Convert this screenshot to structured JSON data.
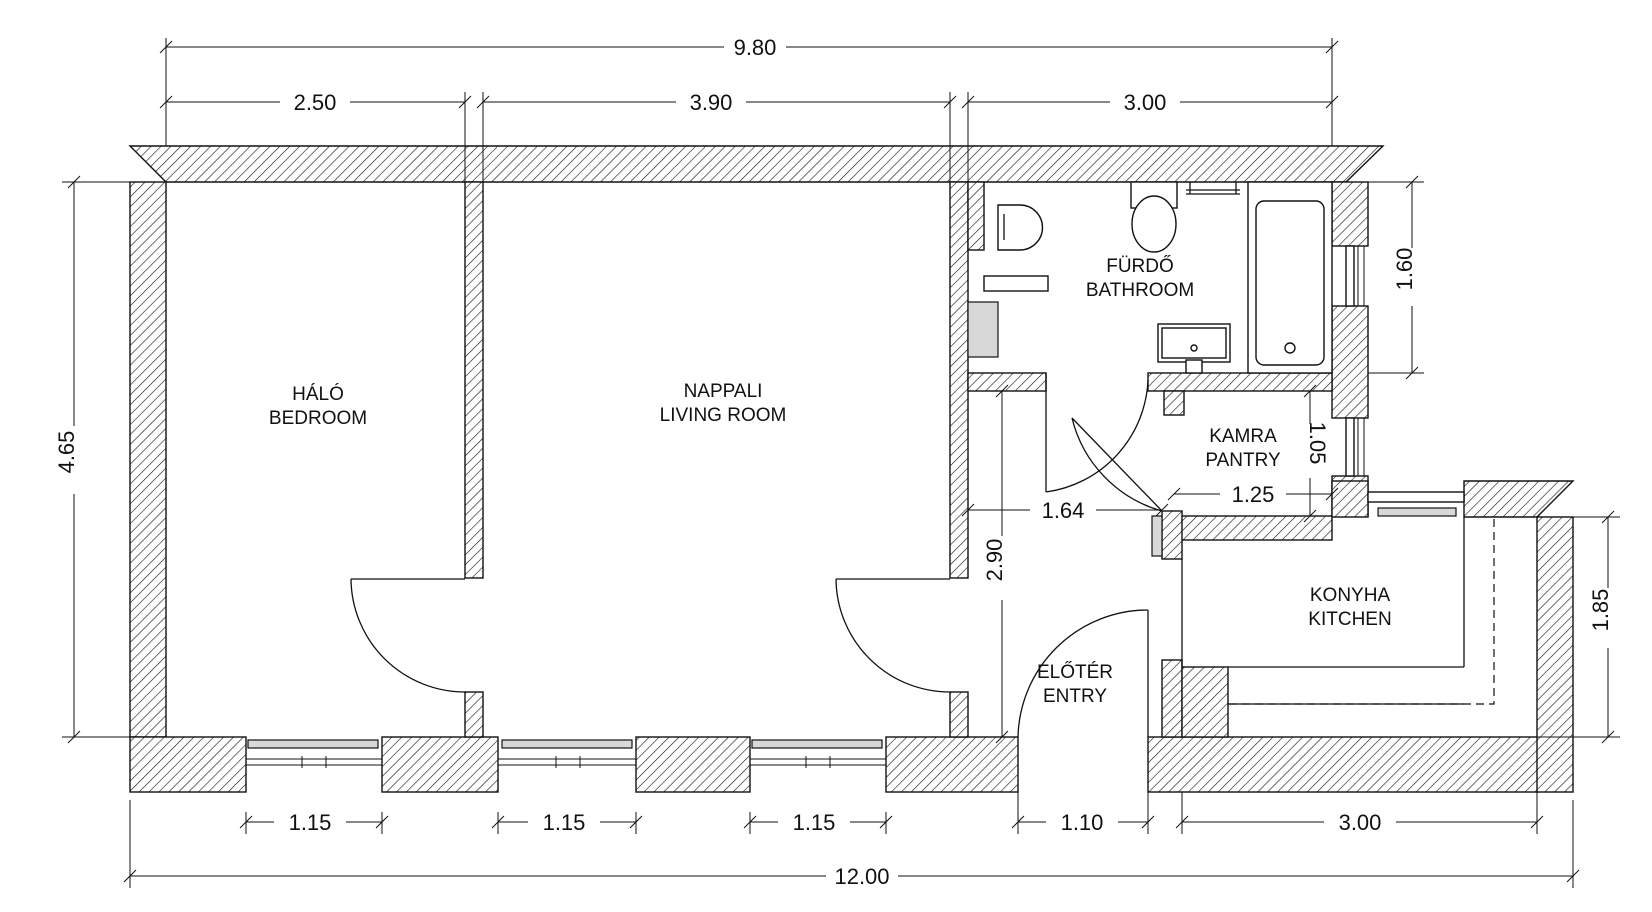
{
  "rooms": {
    "bedroom": {
      "hu": "HÁLÓ",
      "en": "BEDROOM"
    },
    "living": {
      "hu": "NAPPALI",
      "en": "LIVING ROOM"
    },
    "bathroom": {
      "hu": "FÜRDŐ",
      "en": "BATHROOM"
    },
    "pantry": {
      "hu": "KAMRA",
      "en": "PANTRY"
    },
    "kitchen": {
      "hu": "KONYHA",
      "en": "KITCHEN"
    },
    "entry": {
      "hu": "ELŐTÉR",
      "en": "ENTRY"
    }
  },
  "dimensions": {
    "top_overall": "9.80",
    "top_bedroom": "2.50",
    "top_living": "3.90",
    "top_bath": "3.00",
    "left_height": "4.65",
    "right_bath": "1.60",
    "pantry_height": "1.05",
    "pantry_width": "1.25",
    "hall_width": "1.64",
    "hall_height": "2.90",
    "right_kitchen": "1.85",
    "window_1": "1.15",
    "window_2": "1.15",
    "window_3": "1.15",
    "entry_width": "1.10",
    "kitchen_width": "3.00",
    "bottom_overall": "12.00"
  }
}
